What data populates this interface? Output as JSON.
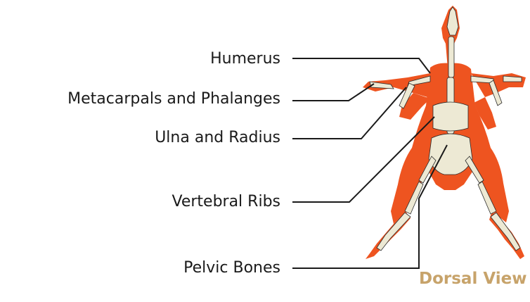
{
  "labels": {
    "humerus": "Humerus",
    "metacarpals": "Metacarpals and Phalanges",
    "ulna_radius": "Ulna and Radius",
    "vertebral_ribs": "Vertebral Ribs",
    "pelvic_bones": "Pelvic Bones"
  },
  "caption": "Dorsal View",
  "colors": {
    "body": "#ee5420",
    "bone": "#ede9d4",
    "outline": "#2a2a2a",
    "leader": "#1a1a1a",
    "caption": "#c7a36a"
  }
}
